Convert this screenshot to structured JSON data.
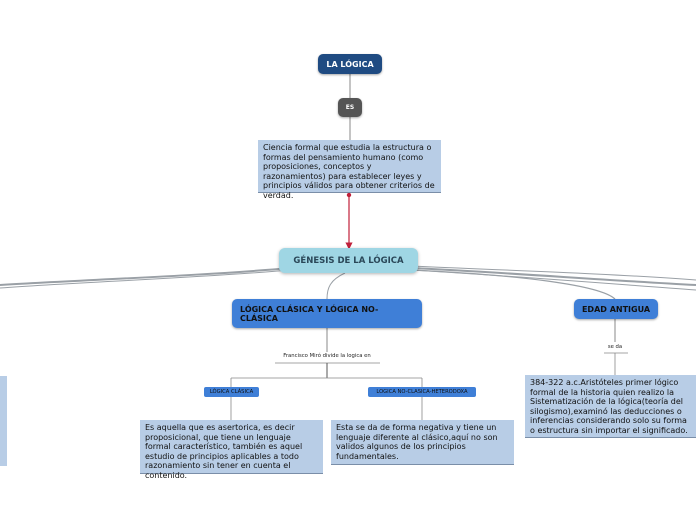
{
  "title": "LA LÓGICA",
  "connector_es": "ES",
  "definition": "Ciencia formal que estudia la estructura o formas del pensamiento humano (como proposiciones, conceptos y razonamientos) para establecer leyes y principios válidos para obtener criterios de verdad.",
  "genesis": "GÉNESIS DE LA LÓGICA",
  "branch_logica": "LÓGICA CLÁSICA Y LÓGICA NO-CLÁSICA",
  "branch_edad": "EDAD ANTIGUA",
  "label_miro": "Francisco Miró divide la logica en",
  "label_seda": "se da",
  "sub_clasica": "LÓGICA CLÁSICA",
  "sub_noclasica": "LOGICA NO-CLASICA-HETERODOXA",
  "text_clasica": "Es aquella que es asertorica, es decir proposicional, que tiene un lenguaje formal característico, también es aquel estudio de principios aplicables a todo razonamiento sin tener en cuenta el contenido.",
  "text_noclasica": "Esta se da de forma negativa y tiene un lenguaje diferente al clásico,aquí no son validos algunos de los principios fundamentales.",
  "text_edad": "384-322 a.c.Aristóteles primer lógico formal de la historia quien  realizo la Sistematización de la lógica(teoría del silogismo),examinó las deducciones o inferencias considerando solo su forma o estructura sin importar el significado.",
  "colors": {
    "title_bg": "#1f4b82",
    "es_bg": "#555555",
    "genesis_bg": "#9fd6e4",
    "branch_bg": "#3f7fd7",
    "textbox_bg": "#b8cde6",
    "arrow": "#c0203a"
  }
}
